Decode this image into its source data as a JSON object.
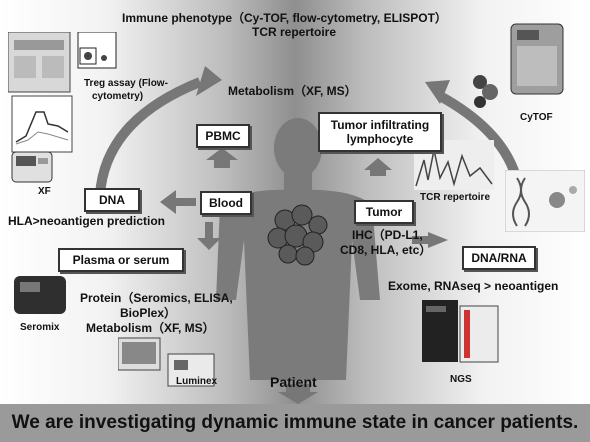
{
  "top": {
    "immune_phenotype": "Immune phenotype（Cy-TOF, flow-cytometry, ELISPOT）",
    "tcr_repertoire": "TCR repertoire",
    "metabolism": "Metabolism（XF, MS）"
  },
  "labels": {
    "treg_line1": "Treg assay (Flow-",
    "treg_line2": "cytometry)",
    "xf": "XF",
    "cytof": "CyTOF",
    "tcr_repertoire_small": "TCR repertoire",
    "seromix": "Seromix",
    "luminex": "Luminex",
    "ngs": "NGS",
    "patient": "Patient"
  },
  "boxes": {
    "pbmc": "PBMC",
    "tumor_til_line1": "Tumor infiltrating",
    "tumor_til_line2": "lymphocyte",
    "dna": "DNA",
    "blood": "Blood",
    "tumor": "Tumor",
    "plasma": "Plasma or serum",
    "dna_rna": "DNA/RNA"
  },
  "body_text": {
    "hla": "HLA>neoantigen prediction",
    "ihc_line1": "IHC（PD-L1,",
    "ihc_line2": "CD8, HLA, etc）",
    "exome": "Exome, RNAseq > neoantigen",
    "protein_line1": "Protein（Seromics, ELISA,",
    "protein_line2": "BioPlex）",
    "protein_line3": "Metabolism（XF, MS）"
  },
  "footer": "We are investigating dynamic immune state in cancer patients."
}
